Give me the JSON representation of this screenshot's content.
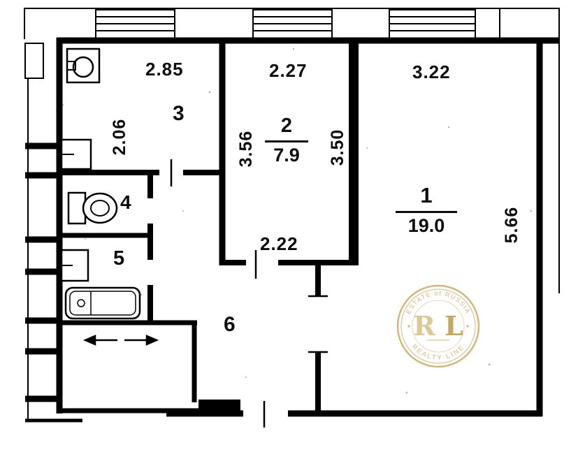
{
  "plan": {
    "rooms": {
      "room1": {
        "number": "1",
        "area": "19.0"
      },
      "room2": {
        "number": "2",
        "area": "7.9"
      },
      "room3": {
        "number": "3"
      },
      "room4": {
        "number": "4"
      },
      "room5": {
        "number": "5"
      },
      "room6": {
        "number": "6"
      }
    },
    "dimensions": {
      "room3_top": "2.85",
      "room2_top": "2.27",
      "room1_top": "3.22",
      "room3_left": "2.06",
      "room2_left": "3.56",
      "room2_right": "3.50",
      "room2_bottom": "2.22",
      "room1_right": "5.66"
    }
  },
  "watermark": {
    "letter_r": "R",
    "letter_l": "L",
    "arc_top": "ESTATE of RUSSIA",
    "arc_bottom": "REALTY LINE",
    "color": "#c9a85c"
  },
  "colors": {
    "walls": "#000000",
    "background": "#ffffff",
    "watermark_gold": "#c9a85c"
  }
}
